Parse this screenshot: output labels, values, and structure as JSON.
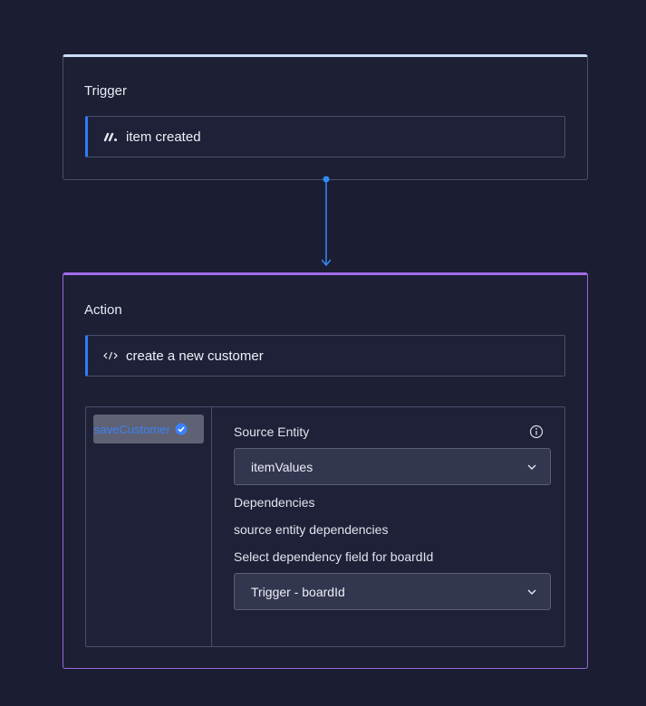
{
  "trigger": {
    "title": "Trigger",
    "step_label": "item created",
    "step_icon": "monday-logo-icon"
  },
  "action": {
    "title": "Action",
    "step_label": "create a new customer",
    "step_icon": "code-icon"
  },
  "mapping": {
    "chip_label": "saveCustomer",
    "source_entity_label": "Source Entity",
    "source_entity_value": "itemValues",
    "dependencies_label": "Dependencies",
    "dependencies_sub": "source entity dependencies",
    "dependency_field_label": "Select dependency field for boardId",
    "dependency_field_value": "Trigger - boardId"
  },
  "colors": {
    "background": "#1b1d33",
    "accent_blue": "#2f7cf6",
    "action_border": "#a16ee8",
    "trigger_border": "#c9ddf5"
  }
}
